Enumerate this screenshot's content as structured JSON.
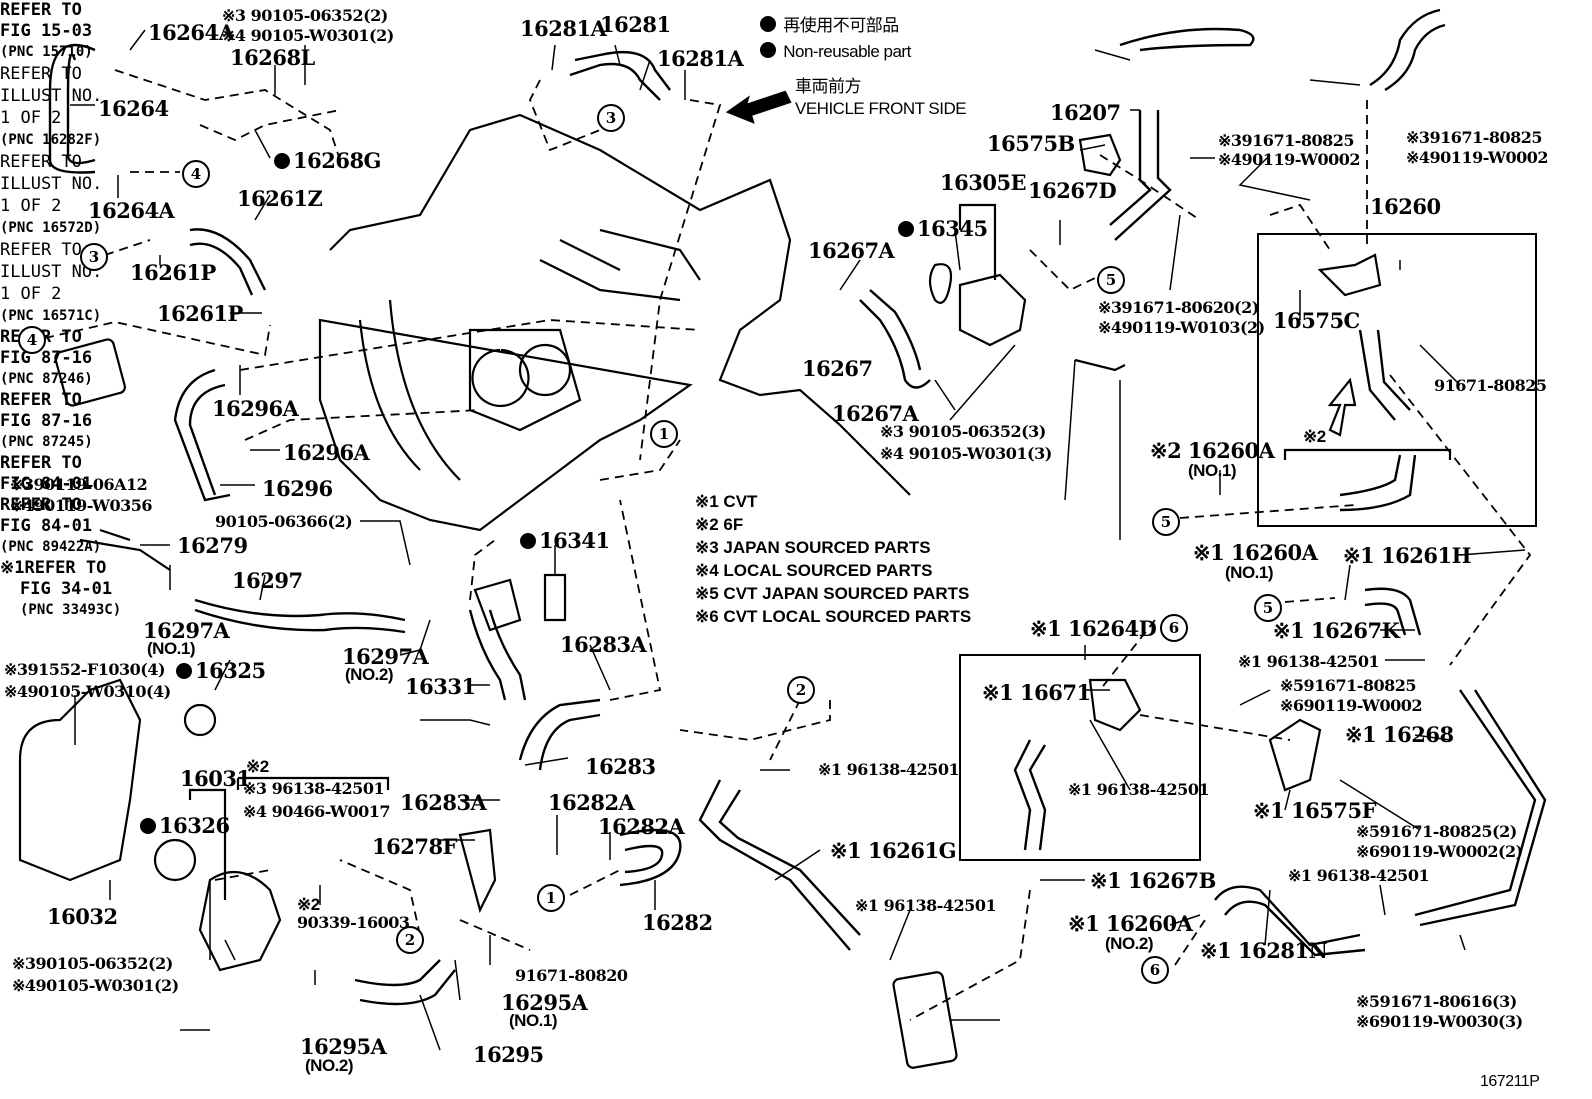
{
  "figure_id": "167211P",
  "legend": {
    "non_reusable_jp": "再使用不可部品",
    "non_reusable_en": "Non-reusable part",
    "front_jp": "車両前方",
    "front_en": "VEHICLE FRONT SIDE"
  },
  "footnotes": [
    "※1  CVT",
    "※2  6F",
    "※3 JAPAN SOURCED PARTS",
    "※4 LOCAL SOURCED PARTS",
    "※5 CVT JAPAN SOURCED PARTS",
    "※6 CVT LOCAL SOURCED PARTS"
  ],
  "refs": {
    "fig8716a": [
      "REFER TO",
      "FIG 87-16",
      "(PNC 87246)"
    ],
    "fig8716b": [
      "REFER TO",
      "FIG 87-16",
      "(PNC 87245)"
    ],
    "fig1503": [
      "REFER TO",
      "FIG 15-03",
      "(PNC 15710)"
    ],
    "illust16282f": [
      "REFER TO",
      "ILLUST NO.",
      "1 OF 2",
      "(PNC 16282F)"
    ],
    "illust16571c": [
      "REFER TO",
      "ILLUST NO.",
      "1 OF 2",
      "(PNC 16571C)"
    ],
    "illust16572d": [
      "REFER TO",
      "ILLUST NO.",
      "1 OF 2",
      "(PNC 16572D)"
    ],
    "fig8401a": [
      "REFER TO",
      "FIG 84-01"
    ],
    "fig8401b": [
      "REFER TO",
      "FIG 84-01",
      "(PNC 89422A)"
    ],
    "fig3401": [
      "※1REFER TO",
      "FIG 34-01",
      "(PNC 33493C)"
    ]
  },
  "callouts": [
    "1",
    "2",
    "3",
    "4",
    "5",
    "6"
  ],
  "parts": {
    "p16264A_top": "16264A",
    "p16264": "16264",
    "p16264A_bot": "16264A",
    "p16268L": "16268L",
    "p16268G": "16268G",
    "bolt_top_left_3": "※3 90105-06352(2)",
    "bolt_top_left_4": "※4 90105-W0301(2)",
    "p16261Z": "16261Z",
    "p16261P_a": "16261P",
    "p16261P_b": "16261P",
    "p16296A_a": "16296A",
    "p16296A_b": "16296A",
    "p16296": "16296",
    "bolt_90105_06366": "90105-06366(2)",
    "p16279": "16279",
    "bolt_06A12": "※390119-06A12",
    "bolt_W0356": "※490119-W0356",
    "p16297": "16297",
    "p16297A_1": "16297A",
    "no1": "(NO.1)",
    "no2": "(NO.2)",
    "bolt_F1030": "※391552-F1030(4)",
    "bolt_W0310": "※490105-W0310(4)",
    "p16325": "16325",
    "p16032": "16032",
    "p16326": "16326",
    "p16031": "16031",
    "mark2": "※2",
    "p96138_3": "※3 96138-42501",
    "p90466_4": "※4 90466-W0017",
    "bolt_06352_2_3": "※390105-06352(2)",
    "bolt_W0301_2_4": "※490105-W0301(2)",
    "p16295A_2": "16295A",
    "p16295": "16295",
    "p16295A_1": "16295A",
    "bolt_91671_80820": "91671-80820",
    "p90339": "90339-16003",
    "p16278F": "16278F",
    "p16283A_a": "16283A",
    "p16283A_b": "16283A",
    "p16282A_a": "16282A",
    "p16282A_b": "16282A",
    "p16282": "16282",
    "p16283": "16283",
    "p16331": "16331",
    "p16297A_2": "16297A",
    "p16341": "16341",
    "p16281A_a": "16281A",
    "p16281": "16281",
    "p16281A_b": "16281A",
    "p16305E": "16305E",
    "p16345": "16345",
    "p16267A_a": "16267A",
    "p16267": "16267",
    "p16267A_b": "16267A",
    "bolt_06352_3": "※3 90105-06352(3)",
    "bolt_W0301_3": "※4 90105-W0301(3)",
    "p16267D": "16267D",
    "p16207": "16207",
    "p16575B": "16575B",
    "bolt_80825_a3": "※391671-80825",
    "bolt_W0002_a4": "※490119-W0002",
    "bolt_80825_b3": "※391671-80825",
    "bolt_W0002_b4": "※490119-W0002",
    "bolt_80620": "※391671-80620(2)",
    "bolt_W0103": "※490119-W0103(2)",
    "p16260": "16260",
    "p16575C": "16575C",
    "bolt_91671_80825": "91671-80825",
    "mark2_box": "※2",
    "p16260A_x2": "※2 16260A",
    "p16260A_x1": "※1 16260A",
    "p16261H": "※1 16261H",
    "p16267K": "※1 16267K",
    "p96138_r": "※1 96138-42501",
    "bolt_80825_5": "※591671-80825",
    "bolt_W0002_6": "※690119-W0002",
    "p16268": "※1 16268",
    "p16575F": "※1 16575F",
    "bolt_80825_5x2": "※591671-80825(2)",
    "bolt_W0002_6x2": "※690119-W0002(2)",
    "p16264D": "※1 16264D",
    "p16671": "※1 16671",
    "p96138_box": "※1 96138-42501",
    "p96138_c": "※1 96138-42501",
    "p16261G": "※1 16261G",
    "p96138_d": "※1 96138-42501",
    "p16267B": "※1 16267B",
    "p16260A_no2": "※1 16260A",
    "p16281N": "※1 16281N",
    "p96138_e": "※1 96138-42501",
    "bolt_80616": "※591671-80616(3)",
    "bolt_W0030": "※690119-W0030(3)"
  }
}
